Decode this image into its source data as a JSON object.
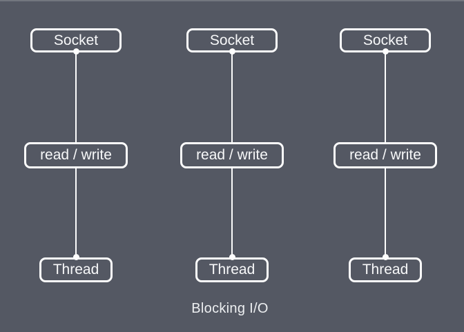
{
  "diagram": {
    "caption": "Blocking I/O",
    "columns": [
      {
        "socket_label": "Socket",
        "read_write_label": "read / write",
        "thread_label": "Thread"
      },
      {
        "socket_label": "Socket",
        "read_write_label": "read / write",
        "thread_label": "Thread"
      },
      {
        "socket_label": "Socket",
        "read_write_label": "read / write",
        "thread_label": "Thread"
      }
    ],
    "colors": {
      "background": "#545863",
      "node_border": "#fdfdfd",
      "node_text": "#f7f8f9",
      "connector": "#fdfdfd",
      "caption_text": "#edeff1"
    }
  }
}
